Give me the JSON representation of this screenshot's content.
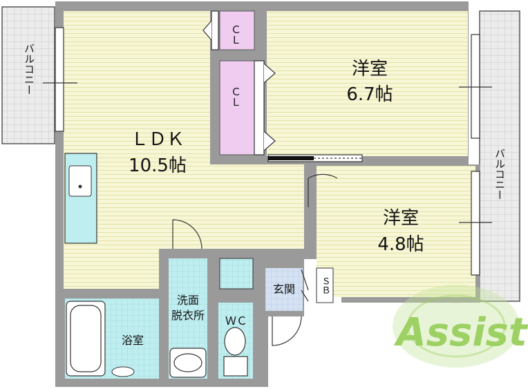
{
  "rooms": {
    "ldk": {
      "name": "ＬＤＫ",
      "size": "10.5帖"
    },
    "bedroom_large": {
      "name": "洋室",
      "size": "6.7帖"
    },
    "bedroom_small": {
      "name": "洋室",
      "size": "4.8帖"
    },
    "closet_top": {
      "name": "ＣＬ"
    },
    "closet_mid": {
      "name": "ＣＬ"
    },
    "entrance": {
      "name": "玄関"
    },
    "shoe_box": {
      "name": "ＳＢ"
    },
    "washroom": {
      "line1": "洗面",
      "line2": "脱衣所"
    },
    "toilet": {
      "name": "ＷＣ"
    },
    "bathroom": {
      "name": "浴室"
    }
  },
  "balcony_left": {
    "label": "バルコニー"
  },
  "balcony_right": {
    "label": "バルコニー"
  },
  "logo": {
    "text": "Assist"
  },
  "colors": {
    "room_fill": "#f7f6d6",
    "stripe": "#e3e2a6",
    "wet_fill": "#bfeef0",
    "closet_fill": "#f0cdf0",
    "entrance_fill": "#d5e2f3",
    "wall": "#8f8f8f",
    "logo_green": "#8cc94a"
  }
}
